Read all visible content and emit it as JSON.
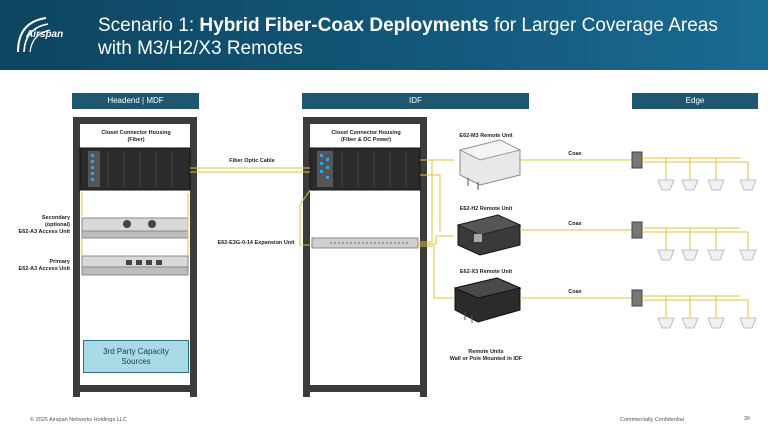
{
  "header": {
    "logo_text": "Airspan",
    "title_prefix": "Scenario 1: ",
    "title_bold": "Hybrid Fiber-Coax Deployments",
    "title_suffix": " for Larger Coverage Areas",
    "title_line2": "with M3/H2/X3 Remotes"
  },
  "sections": {
    "headend": "Headend | MDF",
    "idf": "IDF",
    "edge": "Edge"
  },
  "labels": {
    "closet_fiber_1": "Closet Connector Housing",
    "closet_fiber_2": "(Fiber)",
    "closet_power_1": "Closet Connector Housing",
    "closet_power_2": "(Fiber & DC Power)",
    "fiber_cable": "Fiber Optic Cable",
    "secondary_1": "Secondary",
    "secondary_2": "(optional)",
    "secondary_3": "E62-A3 Access Unit",
    "primary_1": "Primary",
    "primary_2": "E62-A3 Access Unit",
    "expansion": "E62-E3G-0-14 Expansion Unit",
    "m3": "E62-M3 Remote Unit",
    "h2": "E62-H2 Remote Unit",
    "x3": "E62-X3 Remote Unit",
    "coax": "Coax",
    "remote_units_1": "Remote Units",
    "remote_units_2": "Wall or Pole Mounted in IDF",
    "capacity_1": "3rd Party Capacity",
    "capacity_2": "Sources"
  },
  "footer": {
    "copyright": "© 2025 Airspan Networks Holdings LLC",
    "confidential": "Commercially Confidential",
    "page": "36"
  },
  "colors": {
    "header_bg": "#13577a",
    "section_bg": "#1f5670",
    "cable": "#e2c23a",
    "capacity_box": "#a9dbe7"
  }
}
